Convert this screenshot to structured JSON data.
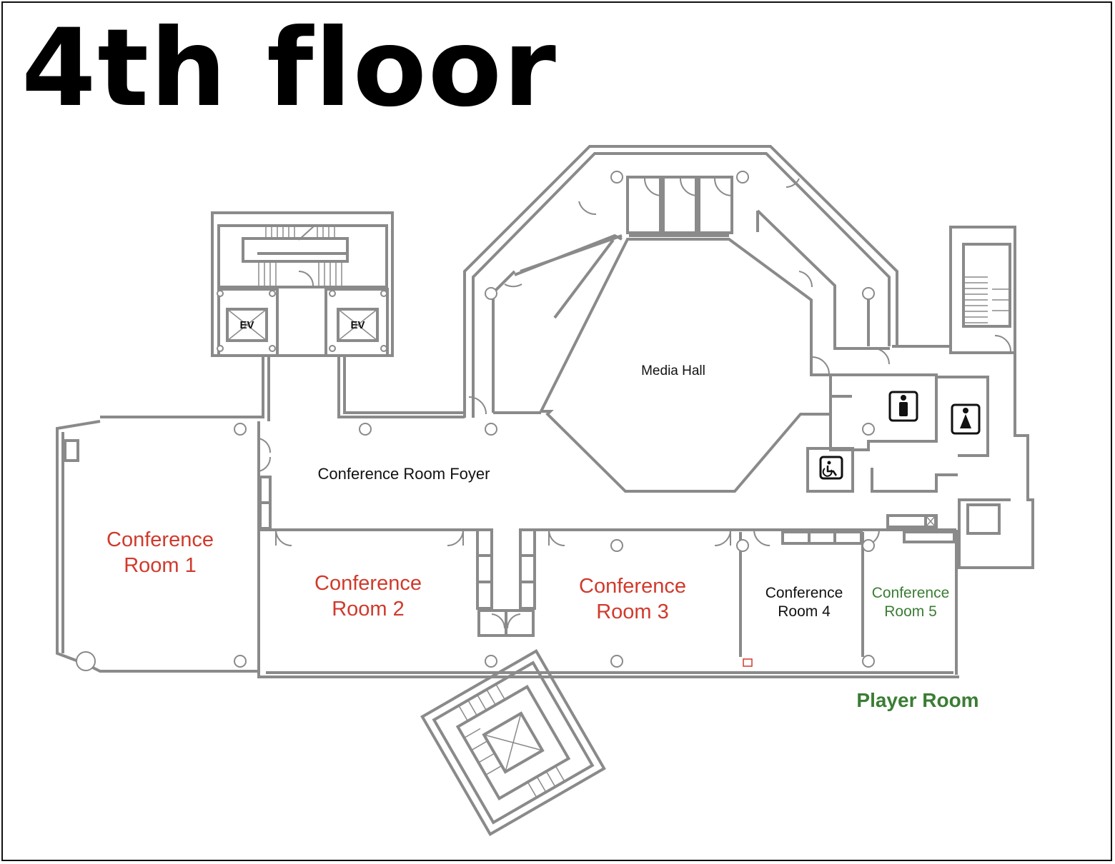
{
  "title": "4th floor",
  "rooms": {
    "media_hall": "Media Hall",
    "foyer": "Conference Room Foyer",
    "room1": {
      "line1": "Conference",
      "line2": "Room 1"
    },
    "room2": {
      "line1": "Conference",
      "line2": "Room 2"
    },
    "room3": {
      "line1": "Conference",
      "line2": "Room 3"
    },
    "room4": {
      "line1": "Conference",
      "line2": "Room 4"
    },
    "room5": {
      "line1": "Conference",
      "line2": "Room 5"
    },
    "player_room": "Player Room"
  },
  "elevators": {
    "left": "EV",
    "right": "EV"
  },
  "icons": [
    "male-restroom-icon",
    "female-restroom-icon",
    "accessible-restroom-icon",
    "elevator-icon",
    "stairs-icon"
  ],
  "colors": {
    "walls": "#8a8a8a",
    "red_label": "#d03a2c",
    "green_label": "#3a7d34",
    "text": "#111111"
  }
}
